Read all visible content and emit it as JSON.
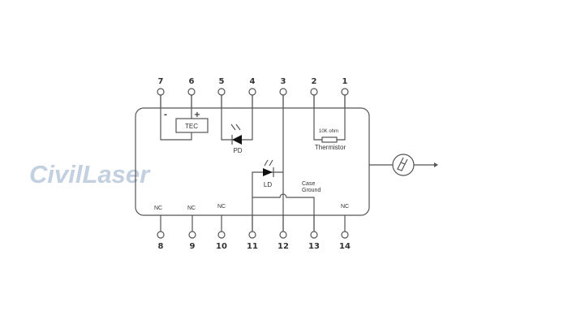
{
  "watermark": "CivilLaser",
  "pins_top": [
    {
      "num": "7"
    },
    {
      "num": "6"
    },
    {
      "num": "5"
    },
    {
      "num": "4"
    },
    {
      "num": "3"
    },
    {
      "num": "2"
    },
    {
      "num": "1"
    }
  ],
  "pins_bottom": [
    {
      "num": "8"
    },
    {
      "num": "9"
    },
    {
      "num": "10"
    },
    {
      "num": "11"
    },
    {
      "num": "12"
    },
    {
      "num": "13"
    },
    {
      "num": "14"
    }
  ],
  "labels": {
    "tec": "TEC",
    "minus": "-",
    "plus": "+",
    "pd": "PD",
    "ld": "LD",
    "thermistor": "Thermistor",
    "thermistor_value": "10K ohm",
    "case": "Case",
    "ground": "Ground",
    "nc": "NC"
  }
}
